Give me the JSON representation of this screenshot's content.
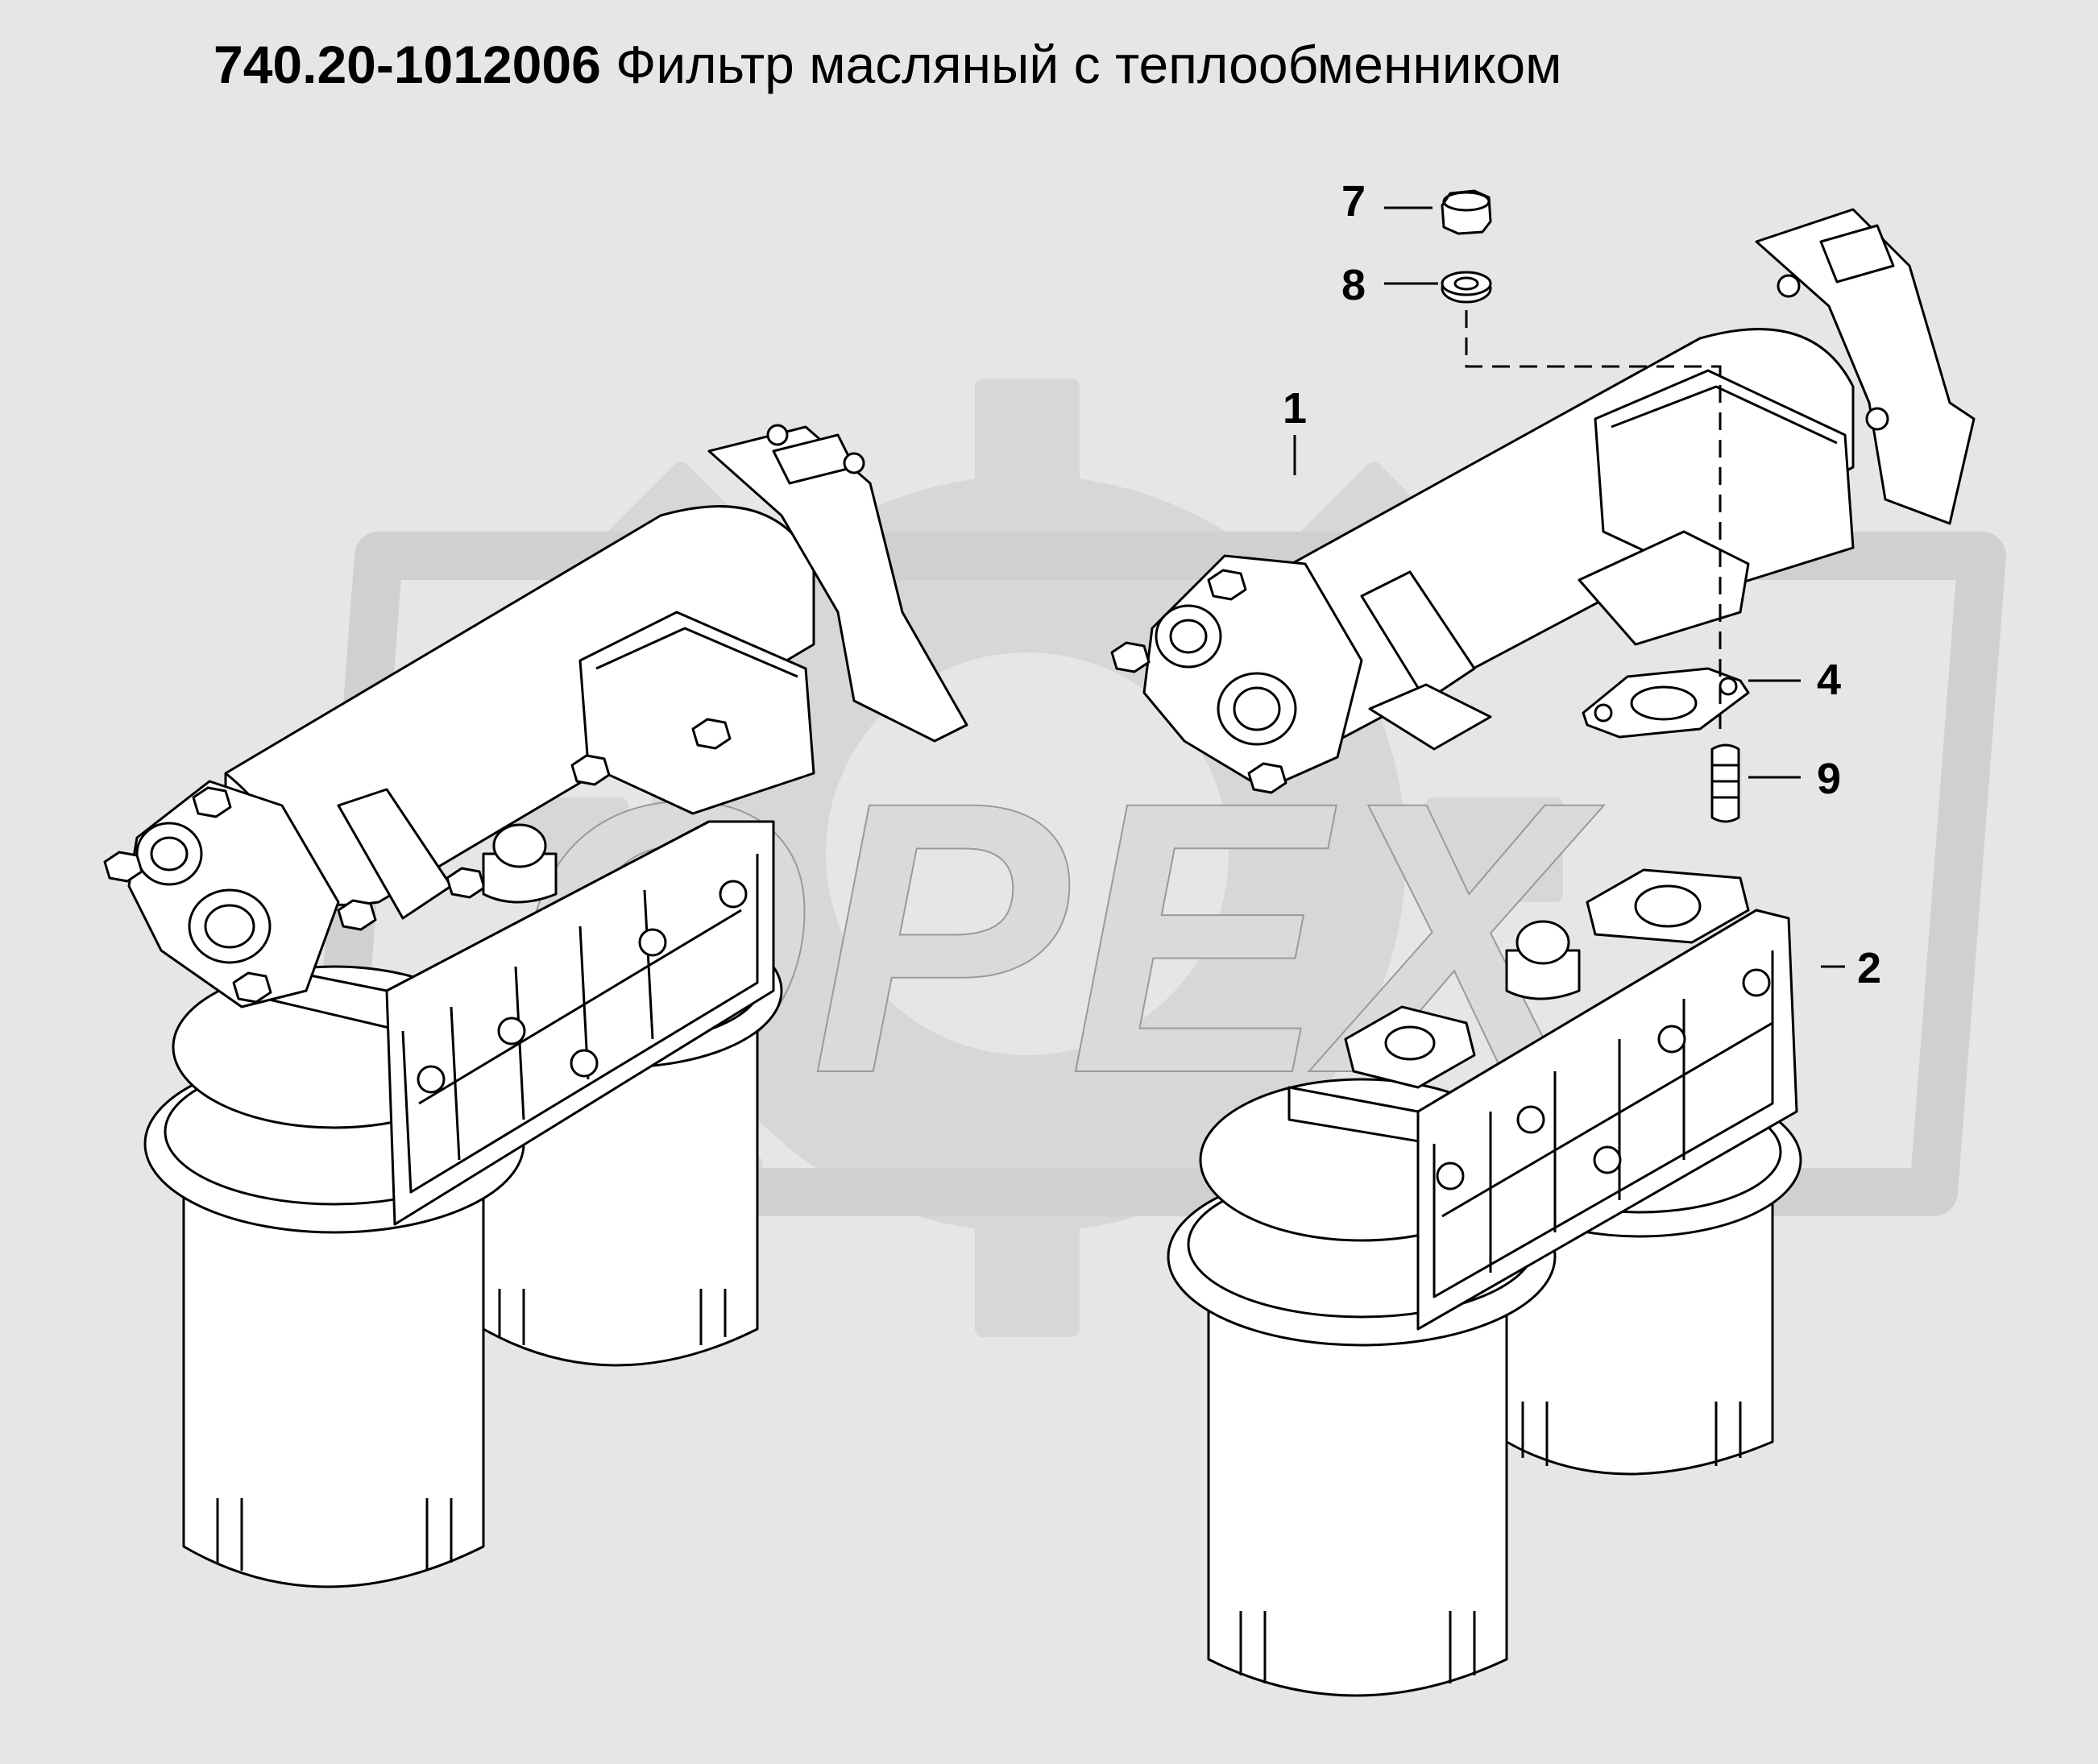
{
  "title": {
    "number": "740.20-1012006",
    "name": "Фильтр масляный с теплообменником"
  },
  "watermark": {
    "text": "OPEX"
  },
  "callouts": [
    {
      "id": "c7",
      "label": "7"
    },
    {
      "id": "c8",
      "label": "8"
    },
    {
      "id": "c1",
      "label": "1"
    },
    {
      "id": "c4",
      "label": "4"
    },
    {
      "id": "c9",
      "label": "9"
    },
    {
      "id": "c2",
      "label": "2"
    }
  ],
  "colors": {
    "background": "#e6e6e6",
    "watermark": "#d4d4d4",
    "line": "#000000",
    "fill": "#ffffff"
  }
}
